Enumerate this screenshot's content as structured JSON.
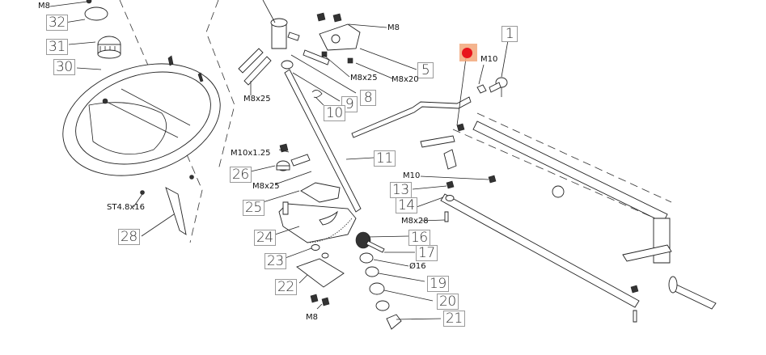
{
  "diagram": {
    "title": "Steering assembly exploded parts diagram",
    "callouts": [
      {
        "id": "c1",
        "label": "1"
      },
      {
        "id": "c5",
        "label": "5"
      },
      {
        "id": "c8",
        "label": "8"
      },
      {
        "id": "c9",
        "label": "9"
      },
      {
        "id": "c10",
        "label": "10"
      },
      {
        "id": "c11",
        "label": "11"
      },
      {
        "id": "c13",
        "label": "13"
      },
      {
        "id": "c14",
        "label": "14"
      },
      {
        "id": "c16",
        "label": "16"
      },
      {
        "id": "c17",
        "label": "17"
      },
      {
        "id": "c19",
        "label": "19"
      },
      {
        "id": "c20",
        "label": "20"
      },
      {
        "id": "c21",
        "label": "21"
      },
      {
        "id": "c22",
        "label": "22"
      },
      {
        "id": "c23",
        "label": "23"
      },
      {
        "id": "c24",
        "label": "24"
      },
      {
        "id": "c25",
        "label": "25"
      },
      {
        "id": "c26",
        "label": "26"
      },
      {
        "id": "c28",
        "label": "28"
      },
      {
        "id": "c30",
        "label": "30"
      },
      {
        "id": "c31",
        "label": "31"
      },
      {
        "id": "c32",
        "label": "32"
      }
    ],
    "fastener_labels": [
      {
        "id": "f_m8_top",
        "label": "M8"
      },
      {
        "id": "f_m8_bracket",
        "label": "M8"
      },
      {
        "id": "f_m8x25_left",
        "label": "M8x25"
      },
      {
        "id": "f_m8x25_mid",
        "label": "M8x25"
      },
      {
        "id": "f_m8x20",
        "label": "M8x20"
      },
      {
        "id": "f_m10_top",
        "label": "M10"
      },
      {
        "id": "f_m10x125",
        "label": "M10x1.25"
      },
      {
        "id": "f_m8x25_plate",
        "label": "M8x25"
      },
      {
        "id": "f_st48x16",
        "label": "ST4.8x16"
      },
      {
        "id": "f_m10_mid",
        "label": "M10"
      },
      {
        "id": "f_m8x28",
        "label": "M8x28"
      },
      {
        "id": "f_d16",
        "label": "Ø16"
      },
      {
        "id": "f_m8_bottom",
        "label": "M8"
      }
    ],
    "marker": {
      "color": "#e8141c",
      "highlight": "#f2a77a"
    }
  }
}
